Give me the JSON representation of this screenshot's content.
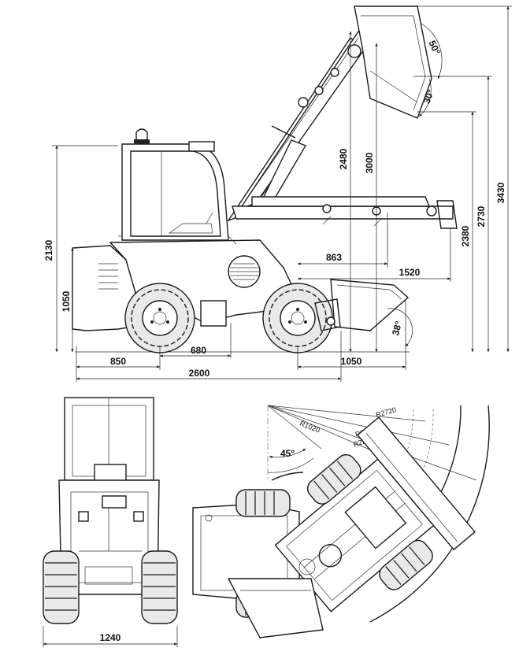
{
  "side_view": {
    "dim_total_height": "2130",
    "dim_body_height": "1050",
    "dim_lift_2480": "2480",
    "dim_lift_3000": "3000",
    "dim_lift_3430": "3430",
    "dim_lift_2730": "2730",
    "dim_lift_2380": "2380",
    "dim_reach_863": "863",
    "dim_reach_1520": "1520",
    "dim_wheelbase_680": "680",
    "dim_rear_850": "850",
    "dim_bucket_1050": "1050",
    "dim_length_2600": "2600",
    "angle_50": "50°",
    "angle_30": "30°",
    "angle_38": "38°"
  },
  "rear_view": {
    "dim_width": "1240"
  },
  "top_view": {
    "radius_2720": "R2720",
    "radius_2500": "R2500",
    "radius_2262": "R2262",
    "radius_1020": "R1020",
    "angle_45": "45°"
  }
}
